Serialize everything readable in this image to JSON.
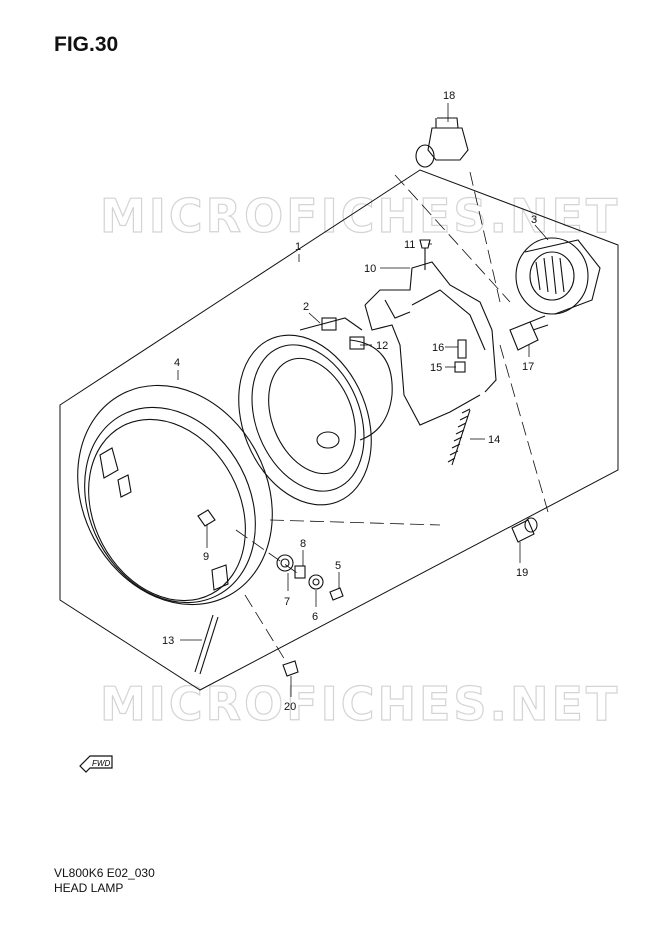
{
  "figure": {
    "title": "FIG.30",
    "code": "VL800K6 E02_030",
    "caption": "HEAD LAMP"
  },
  "watermark": {
    "text": "MICROFICHES.NET"
  },
  "direction_marker": {
    "text": "FWD",
    "icon": "forward-arrow-icon"
  },
  "callouts": {
    "c1": "1",
    "c2": "2",
    "c3": "3",
    "c4": "4",
    "c5": "5",
    "c6": "6",
    "c7": "7",
    "c8": "8",
    "c9": "9",
    "c10": "10",
    "c11": "11",
    "c12": "12",
    "c13": "13",
    "c14": "14",
    "c15": "15",
    "c16": "16",
    "c17": "17",
    "c18": "18",
    "c19": "19",
    "c20": "20"
  }
}
